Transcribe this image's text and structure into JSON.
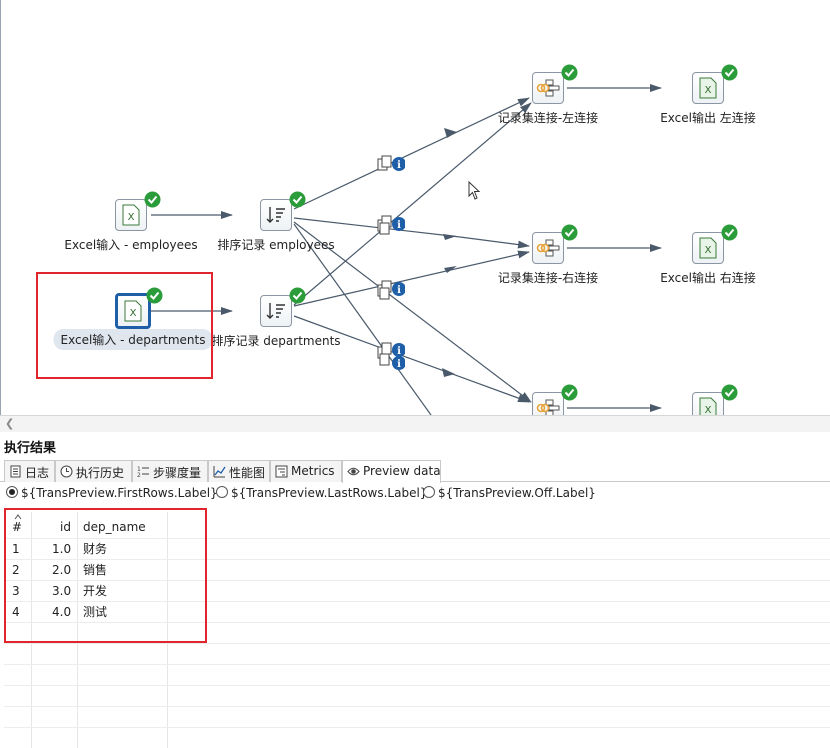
{
  "canvas": {
    "steps": {
      "excel_in_emp": "Excel输入 - employees",
      "excel_in_dep": "Excel输入 - departments",
      "sort_emp": "排序记录 employees",
      "sort_dep": "排序记录  departments",
      "join_left": "记录集连接-左连接",
      "join_right": "记录集连接-右连接",
      "excel_out_left": "Excel输出 左连接",
      "excel_out_right": "Excel输出 右连接"
    },
    "colors": {
      "check": "#2a9d3a",
      "hop": "#4a5a6b",
      "info": "#1f5fa8",
      "highlight": "#e0262c",
      "join_icon": "#e8a33a"
    }
  },
  "results": {
    "title": "执行结果",
    "tabs": [
      {
        "label": "日志",
        "icon": "log-icon"
      },
      {
        "label": "执行历史",
        "icon": "history-icon"
      },
      {
        "label": "步骤度量",
        "icon": "step-metrics-icon"
      },
      {
        "label": "性能图",
        "icon": "performance-chart-icon"
      },
      {
        "label": "Metrics",
        "icon": "metrics-icon"
      },
      {
        "label": "Preview data",
        "icon": "eye-icon"
      }
    ],
    "active_tab": "Preview data",
    "radios": [
      {
        "label": "${TransPreview.FirstRows.Label}",
        "checked": true
      },
      {
        "label": "${TransPreview.LastRows.Label}",
        "checked": false
      },
      {
        "label": "${TransPreview.Off.Label}",
        "checked": false
      }
    ],
    "table": {
      "columns": [
        "#",
        "id",
        "dep_name"
      ],
      "rows": [
        [
          "1",
          "1.0",
          "财务"
        ],
        [
          "2",
          "2.0",
          "销售"
        ],
        [
          "3",
          "3.0",
          "开发"
        ],
        [
          "4",
          "4.0",
          "测试"
        ]
      ]
    }
  }
}
